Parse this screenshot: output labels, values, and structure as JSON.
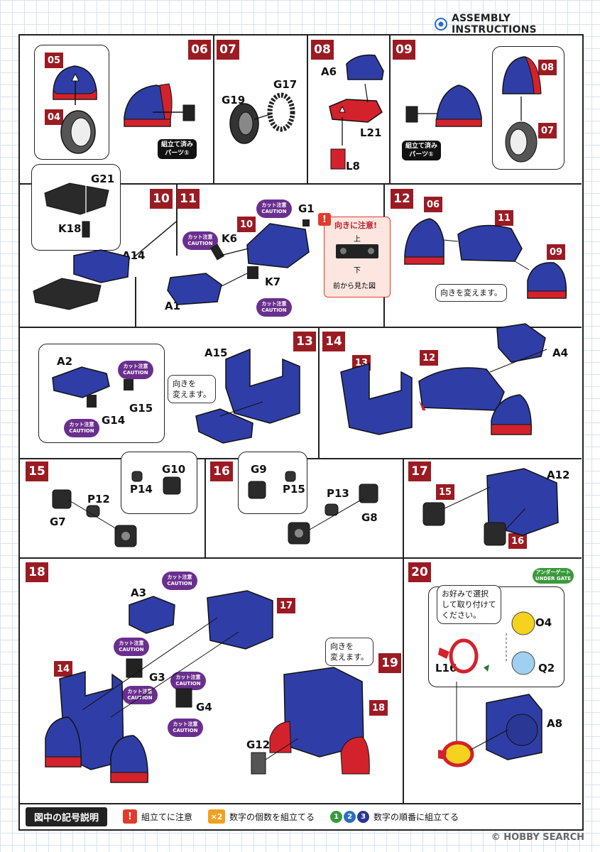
{
  "header": {
    "title": "ASSEMBLY INSTRUCTIONS",
    "icon": "target-icon"
  },
  "steps": {
    "s06": {
      "num": "06",
      "sub_a": "05",
      "sub_b": "04",
      "tag": "組立て済み\nパーツ①"
    },
    "s07": {
      "num": "07",
      "g19": "G19",
      "g17": "G17"
    },
    "s08": {
      "num": "08",
      "a6": "A6",
      "l21": "L21",
      "l8": "L8"
    },
    "s09": {
      "num": "09",
      "sub_a": "08",
      "sub_b": "07",
      "tag": "組立て済み\nパーツ①"
    },
    "s10": {
      "num": "10",
      "g21": "G21",
      "k18": "K18",
      "a14": "A14"
    },
    "s11": {
      "num": "11",
      "sub": "10",
      "k6": "K6",
      "g1": "G1",
      "k7": "K7",
      "a1": "A1"
    },
    "s12": {
      "num": "12",
      "sub_a": "06",
      "sub_b": "11",
      "sub_c": "09",
      "bubble": "向きを変えます。"
    },
    "s13": {
      "num": "13",
      "a2": "A2",
      "a15": "A15",
      "g15": "G15",
      "g14": "G14",
      "bubble": "向きを\n変えます。"
    },
    "s14": {
      "num": "14",
      "sub_a": "13",
      "sub_b": "12",
      "a4": "A4"
    },
    "s15": {
      "num": "15",
      "g10": "G10",
      "p14": "P14",
      "p12": "P12",
      "g7": "G7"
    },
    "s16": {
      "num": "16",
      "g9": "G9",
      "p15": "P15",
      "p13": "P13",
      "g8": "G8"
    },
    "s17": {
      "num": "17",
      "a12": "A12",
      "sub_a": "15",
      "sub_b": "16"
    },
    "s18": {
      "num": "18",
      "a3": "A3",
      "sub_a": "17",
      "sub_b": "14",
      "g3": "G3",
      "g4": "G4"
    },
    "s19": {
      "num": "19",
      "sub": "18",
      "g12": "G12",
      "bubble": "向きを\n変えます。"
    },
    "s20": {
      "num": "20",
      "o4": "O4",
      "q2": "Q2",
      "l16": "L16",
      "a8": "A8",
      "bubble": "お好みで選択\nして取り付けて\nください。",
      "under_gate_jp": "アンダーゲート",
      "under_gate_en": "UNDER GATE"
    }
  },
  "caution": {
    "jp": "カット注意",
    "en": "CAUTION"
  },
  "orientation": {
    "title": "向きに注意!",
    "top": "上",
    "bottom": "下",
    "caption": "前から見た図"
  },
  "legend": {
    "title": "図中の記号説明",
    "item1_icon": "!",
    "item1": "組立てに注意",
    "item2_icon": "×2",
    "item2": "数字の個数を組立てる",
    "item3_icons": [
      "1",
      "2",
      "3"
    ],
    "item3": "数字の順番に組立てる"
  },
  "watermark": "HOBBY SEARCH",
  "watermark_copy": "©",
  "colors": {
    "step": "#9b1b23",
    "caution": "#6a2f8e",
    "blue": "#2f3ea6",
    "red": "#d3222b",
    "alert": "#e23b2b",
    "green": "#3a9a3a",
    "legend_blue": "#2b6fc2"
  }
}
